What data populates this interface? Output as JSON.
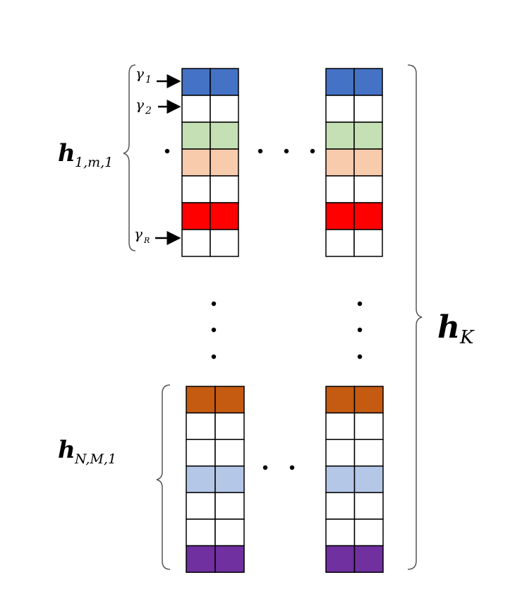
{
  "labels": {
    "gamma_1": "γ",
    "gamma_1_sub": "1",
    "gamma_2": "γ",
    "gamma_2_sub": "2",
    "gamma_R": "γ",
    "gamma_R_sub": "R",
    "h_top": "h",
    "h_top_sub": "1,m,1",
    "h_bottom": "h",
    "h_bottom_sub": "N,M,1",
    "h_K": "h",
    "h_K_sub": "K"
  },
  "colors": {
    "blue": "#4472c4",
    "white": "#ffffff",
    "green": "#c5e0b4",
    "peach": "#f8cbad",
    "red": "#ff0000",
    "orange": "#c55a11",
    "light_blue": "#b4c7e7",
    "purple": "#7030a0",
    "stroke": "#000000"
  },
  "top_block_rows": [
    "blue",
    "white",
    "green",
    "peach",
    "white",
    "red",
    "white"
  ],
  "bottom_block_rows": [
    "orange",
    "white",
    "white",
    "light_blue",
    "white",
    "white",
    "purple"
  ]
}
